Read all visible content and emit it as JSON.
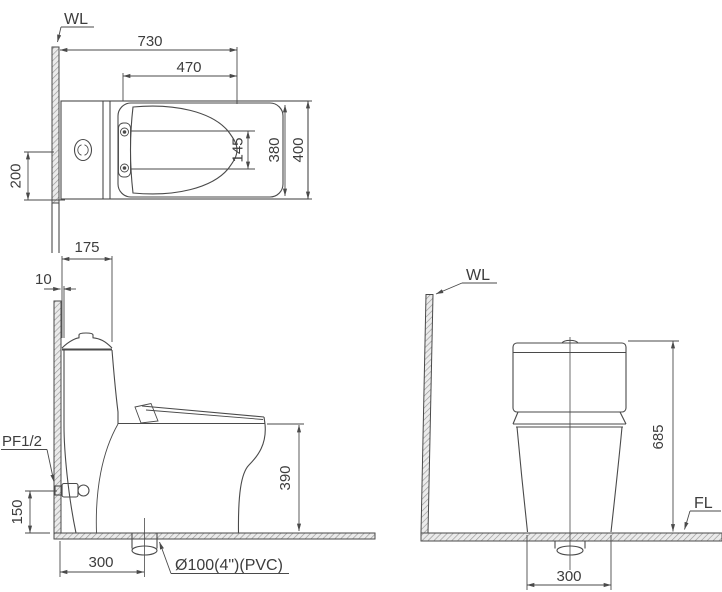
{
  "colors": {
    "line": "#4a4a4a",
    "text": "#3d3d3d",
    "hatch_line": "#979797",
    "hatch_fill": "#ebebeb",
    "background": "#ffffff"
  },
  "top_view": {
    "wall_label": "WL",
    "dim_depth": "730",
    "dim_seat_length": "470",
    "dim_overall_width": "400",
    "dim_seat_width": "380",
    "dim_inner_width": "145",
    "dim_supply_offset": "200"
  },
  "side_view": {
    "dim_tank_depth": "175",
    "dim_wall_gap": "10",
    "supply_label": "PF1/2",
    "dim_supply_height": "150",
    "dim_rim_height": "390",
    "dim_drain_offset": "300",
    "drain_label": "Ø100(4\")(PVC)"
  },
  "rear_view": {
    "wall_label": "WL",
    "floor_label": "FL",
    "dim_height": "685",
    "dim_base_width": "300"
  }
}
